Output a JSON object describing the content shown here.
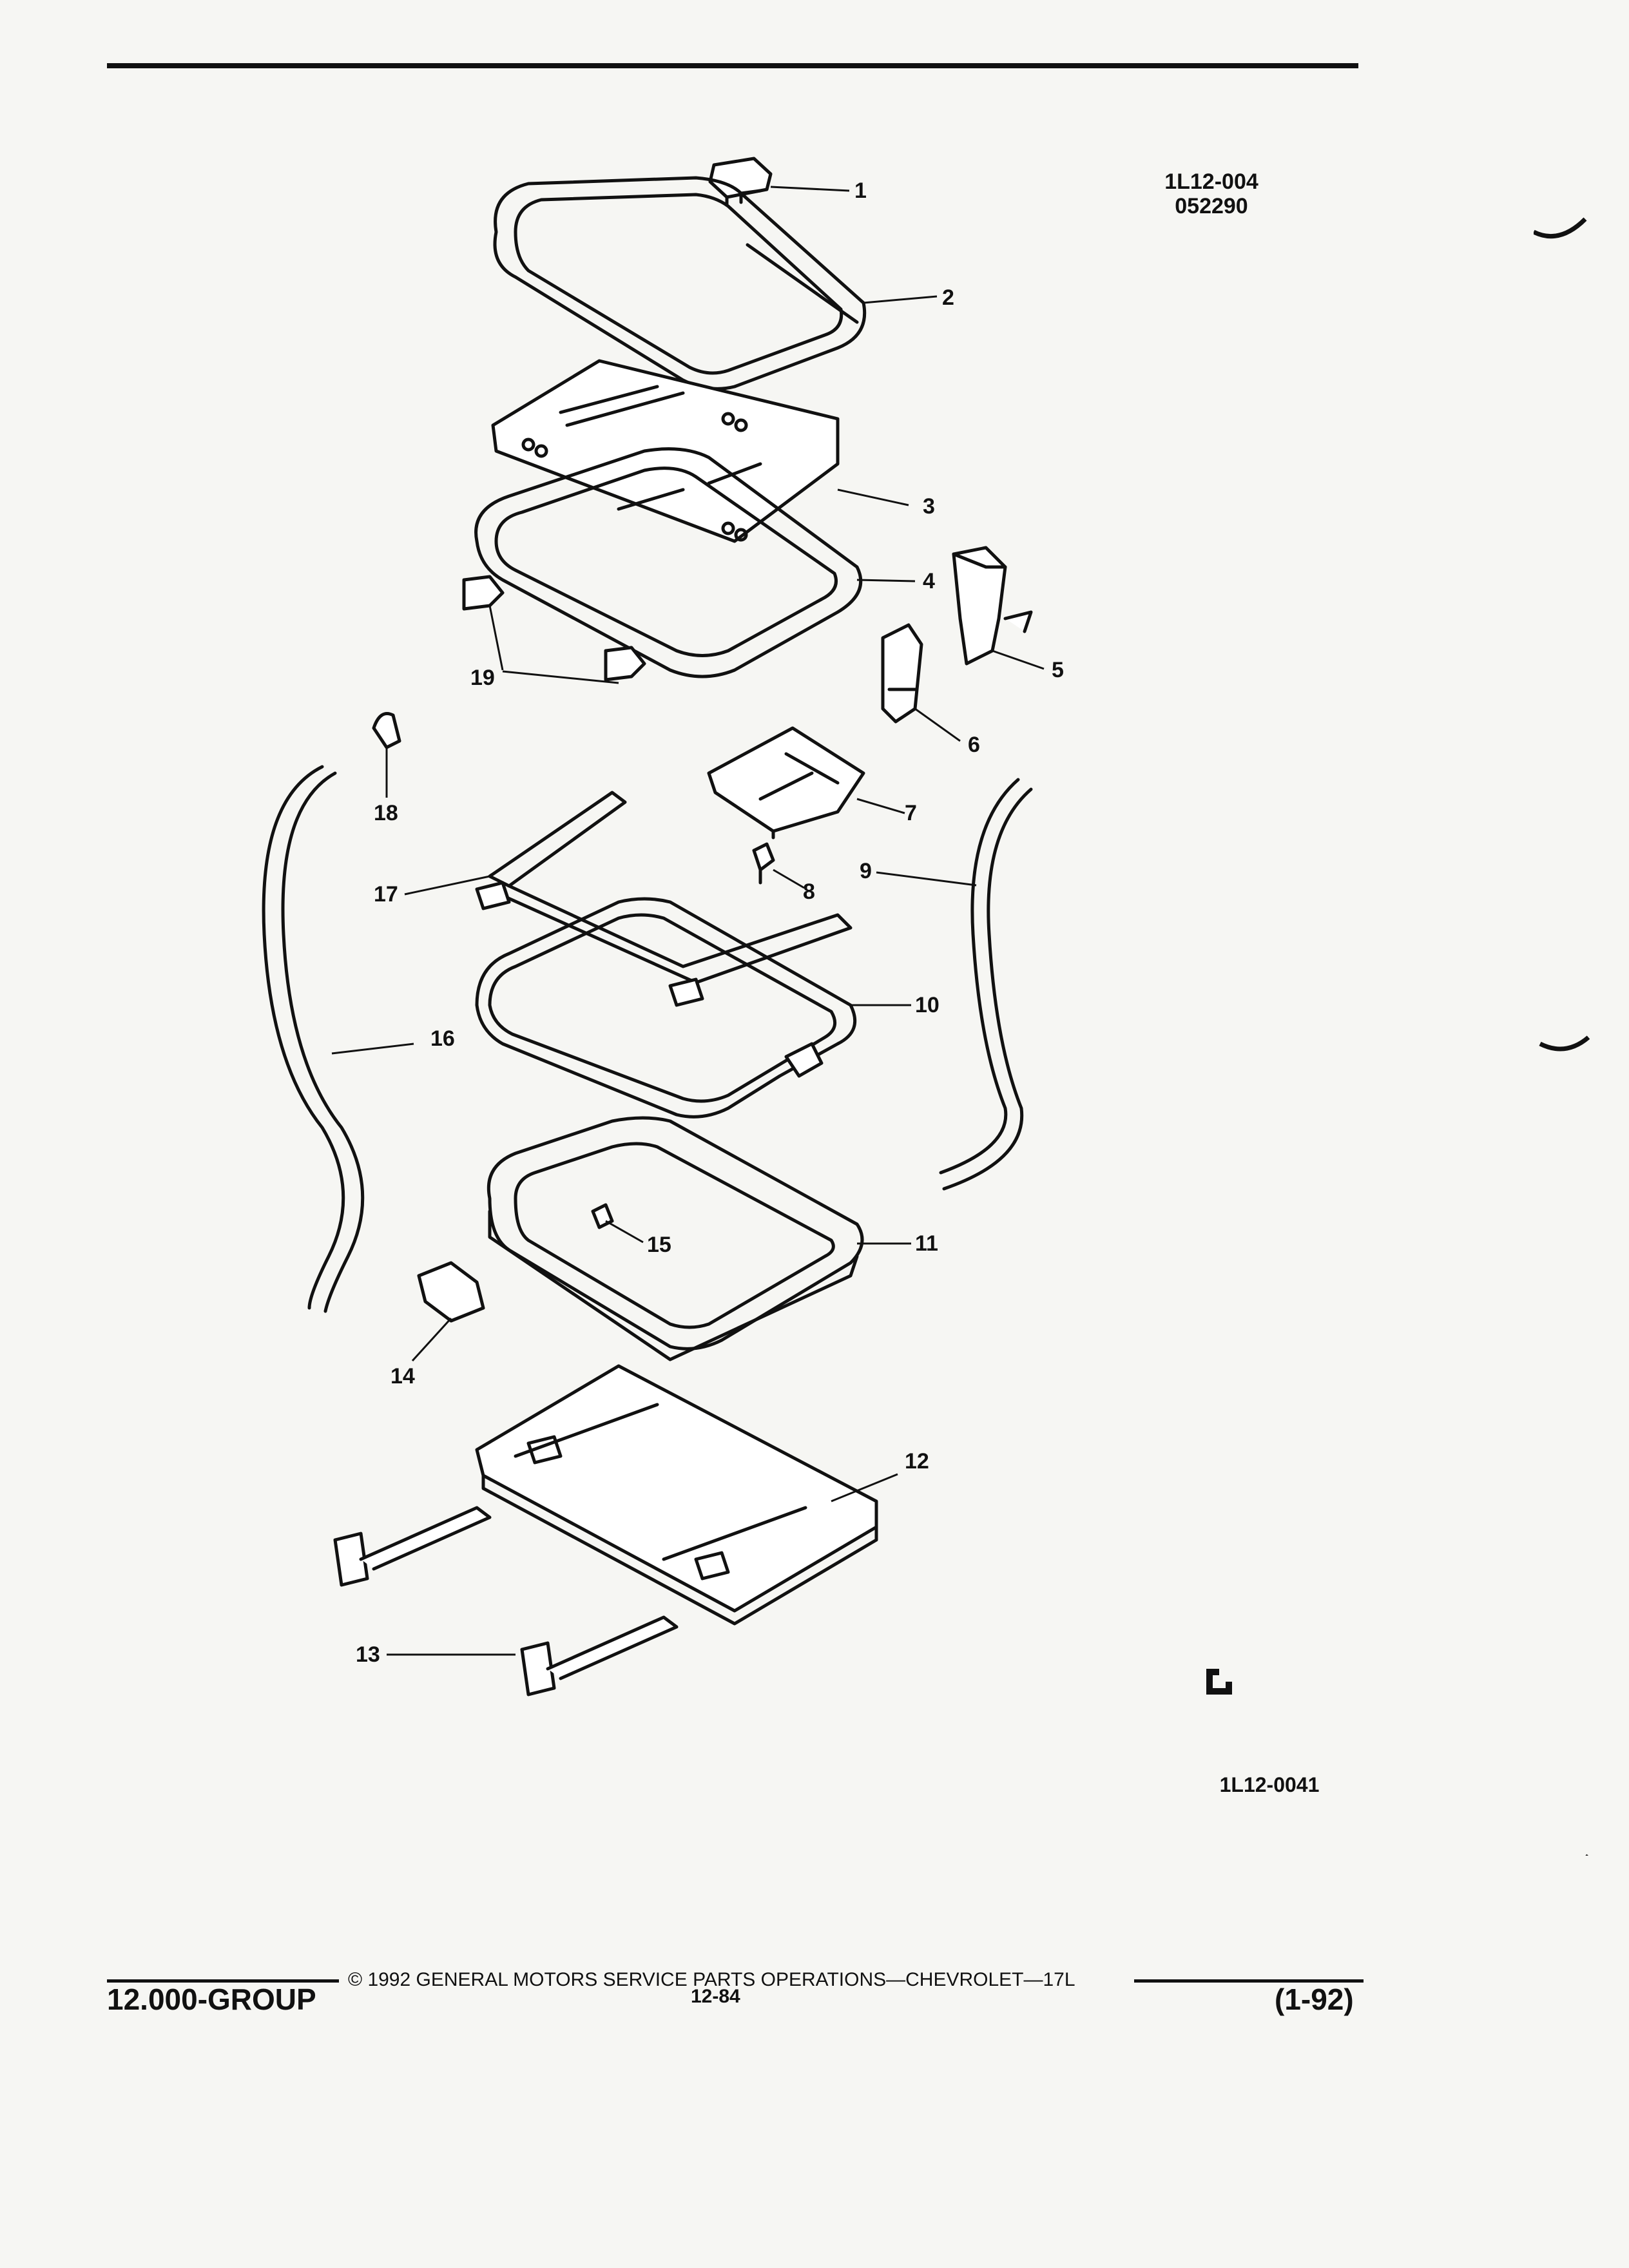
{
  "header": {
    "ref_code": "1L12-004",
    "ref_date": "052290"
  },
  "illustration": {
    "callouts": [
      {
        "id": "1",
        "label": "1"
      },
      {
        "id": "2",
        "label": "2"
      },
      {
        "id": "3",
        "label": "3"
      },
      {
        "id": "4",
        "label": "4"
      },
      {
        "id": "5",
        "label": "5"
      },
      {
        "id": "6",
        "label": "6"
      },
      {
        "id": "7",
        "label": "7"
      },
      {
        "id": "8",
        "label": "8"
      },
      {
        "id": "9",
        "label": "9"
      },
      {
        "id": "10",
        "label": "10"
      },
      {
        "id": "11",
        "label": "11"
      },
      {
        "id": "12",
        "label": "12"
      },
      {
        "id": "13",
        "label": "13"
      },
      {
        "id": "14",
        "label": "14"
      },
      {
        "id": "15",
        "label": "15"
      },
      {
        "id": "16",
        "label": "16"
      },
      {
        "id": "17",
        "label": "17"
      },
      {
        "id": "18",
        "label": "18"
      },
      {
        "id": "19",
        "label": "19"
      }
    ],
    "bottom_ref": "1L12-0041"
  },
  "footer": {
    "copyright": "© 1992 GENERAL MOTORS SERVICE PARTS OPERATIONS—CHEVROLET—17L",
    "group": "12.000-GROUP",
    "page_number": "12-84",
    "date_code": "(1-92)"
  }
}
